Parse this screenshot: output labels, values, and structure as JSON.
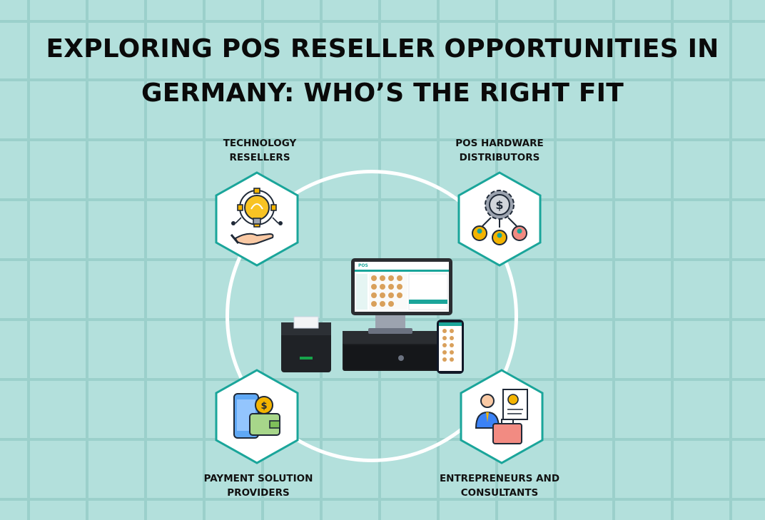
{
  "title": {
    "line1": "EXPLORING POS RESELLER OPPORTUNITIES IN",
    "line2": "GERMANY: WHO’S THE RIGHT FIT"
  },
  "categories": [
    {
      "line1": "TECHNOLOGY",
      "line2": "RESELLERS",
      "icon": "lightbulb-gear-hand-icon"
    },
    {
      "line1": "POS HARDWARE",
      "line2": "DISTRIBUTORS",
      "icon": "dollar-gear-network-icon"
    },
    {
      "line1": "PAYMENT SOLUTION",
      "line2": "PROVIDERS",
      "icon": "phone-wallet-coin-icon"
    },
    {
      "line1": "ENTREPRENEURS AND",
      "line2": "CONSULTANTS",
      "icon": "businessman-briefcase-icon"
    }
  ],
  "pos_screen": {
    "logo": "POS"
  },
  "colors": {
    "background": "#b3e0dc",
    "grid": "#9fd3ce",
    "hex_border": "#1aa59a",
    "ring": "#ffffff"
  }
}
